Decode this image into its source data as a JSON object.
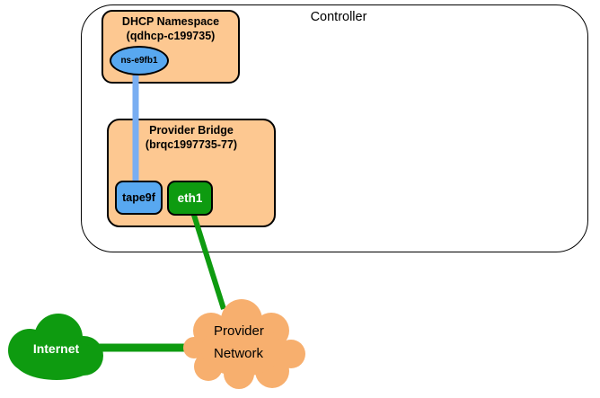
{
  "diagram": {
    "controller": {
      "label": "Controller",
      "dhcp_namespace": {
        "title_line1": "DHCP Namespace",
        "title_line2": "(qdhcp-c199735)",
        "interface": "ns-e9fb1"
      },
      "provider_bridge": {
        "title_line1": "Provider Bridge",
        "title_line2": "(brqc1997735-77)",
        "tap_interface": "tape9f",
        "physical_interface": "eth1"
      }
    },
    "clouds": {
      "internet_label": "Internet",
      "provider_network_line1": "Provider",
      "provider_network_line2": "Network"
    },
    "connections": [
      {
        "from": "ns-e9fb1",
        "to": "tape9f",
        "color": "#79AEF2"
      },
      {
        "from": "eth1",
        "to": "Provider Network",
        "color": "#0E9B10"
      },
      {
        "from": "Internet",
        "to": "Provider Network",
        "color": "#0E9B10"
      }
    ],
    "colors": {
      "box_orange": "#FDC891",
      "cloud_orange": "#F7AF6E",
      "node_blue": "#58A8F0",
      "link_blue": "#79AEF2",
      "green": "#0E9B10",
      "border_black": "#000000"
    }
  }
}
